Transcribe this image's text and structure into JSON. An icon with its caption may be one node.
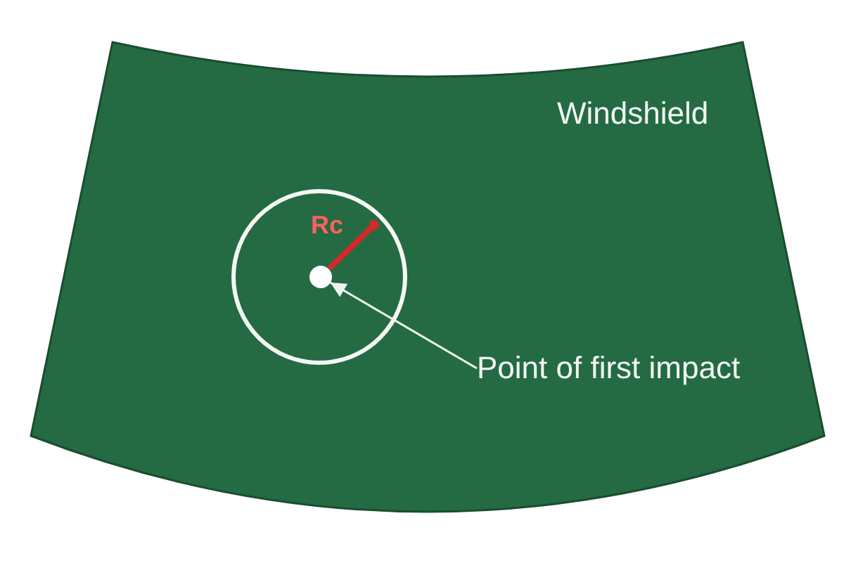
{
  "diagram": {
    "nodes": [
      {
        "text": [
          "Windshield"
        ]
      },
      {
        "text": [],
        "shape": "circle",
        "in": 0
      },
      {
        "text": [
          "Point of first impact"
        ],
        "in": 0
      }
    ],
    "edges": [
      {
        "from": 2,
        "to": 1,
        "arrow": "to"
      }
    ],
    "labels": [
      "Rc"
    ]
  }
}
